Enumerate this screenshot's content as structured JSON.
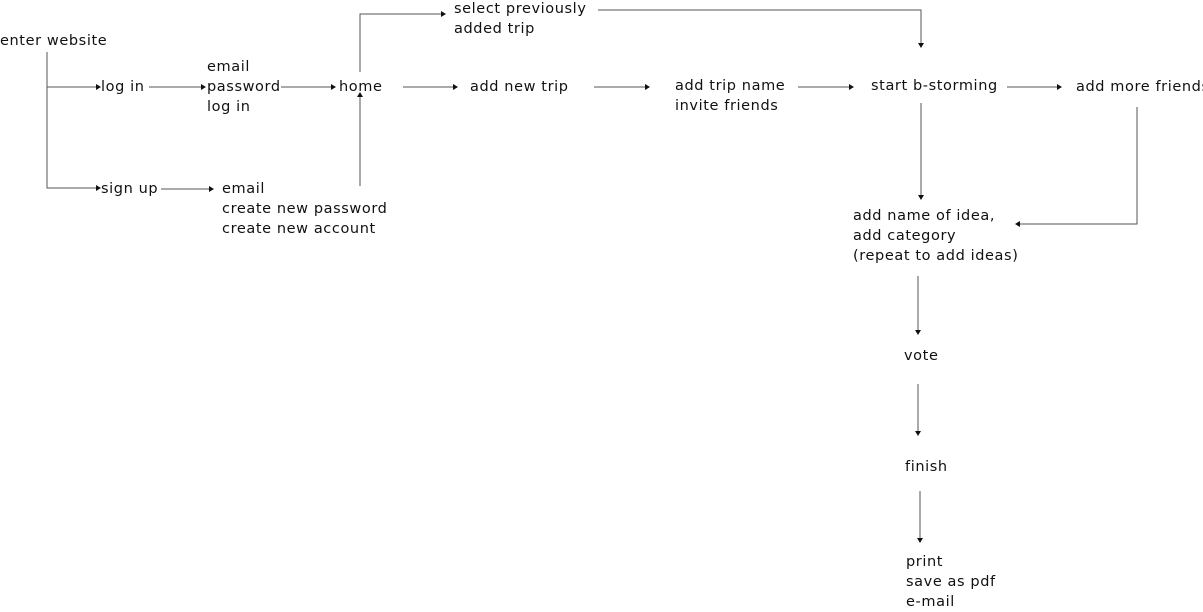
{
  "nodes": {
    "enter_website": [
      "enter website"
    ],
    "log_in": [
      "log in"
    ],
    "login_form": [
      "email",
      "password",
      "log in"
    ],
    "sign_up": [
      "sign up"
    ],
    "signup_form": [
      "email",
      "create new password",
      "create new account"
    ],
    "home": [
      "home"
    ],
    "select_previous": [
      "select previously",
      "added trip"
    ],
    "add_new_trip": [
      "add new trip"
    ],
    "trip_details": [
      "add trip name",
      "invite friends"
    ],
    "start_brainstorming": [
      "start b-storming"
    ],
    "add_more_friends": [
      "add more friends"
    ],
    "add_idea": [
      "add name of idea,",
      "add category",
      "(repeat to add ideas)"
    ],
    "vote": [
      "vote"
    ],
    "finish": [
      "finish"
    ],
    "export": [
      "print",
      "save as pdf",
      "e-mail"
    ]
  }
}
